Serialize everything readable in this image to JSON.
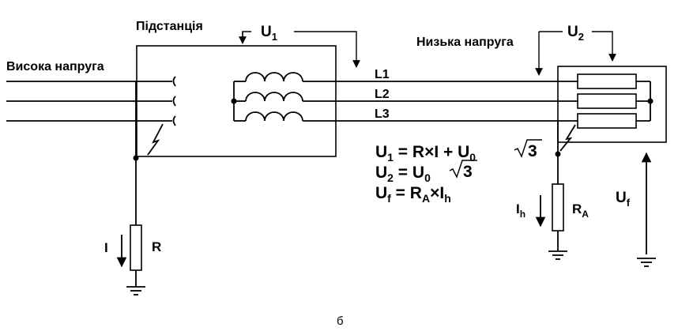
{
  "labels": {
    "substation": "Підстанція",
    "high_voltage": "Висока напруга",
    "low_voltage": "Низька напруга",
    "u1": "U",
    "u1_sub": "1",
    "u2": "U",
    "u2_sub": "2",
    "uf": "U",
    "uf_sub": "f",
    "l1": "L1",
    "l2": "L2",
    "l3": "L3",
    "current_i": "I",
    "resistor_r": "R",
    "current_ih": "I",
    "current_ih_sub": "h",
    "resistor_ra": "R",
    "resistor_ra_sub": "A",
    "caption": "б"
  },
  "equations": {
    "eq1": {
      "lhs": "U",
      "lhs_sub": "1",
      "rhs1": " = R×I + U",
      "rhs_sub": "0",
      "rad": "3"
    },
    "eq2": {
      "lhs": "U",
      "lhs_sub": "2",
      "rhs1": " = U",
      "rhs_sub": "0",
      "rad": "3"
    },
    "eq3": {
      "lhs": "U",
      "lhs_sub": "f",
      "rhs1": "  = R",
      "rhs_sub": "A",
      "rhs2": "×I",
      "rhs_sub2": "h"
    }
  }
}
